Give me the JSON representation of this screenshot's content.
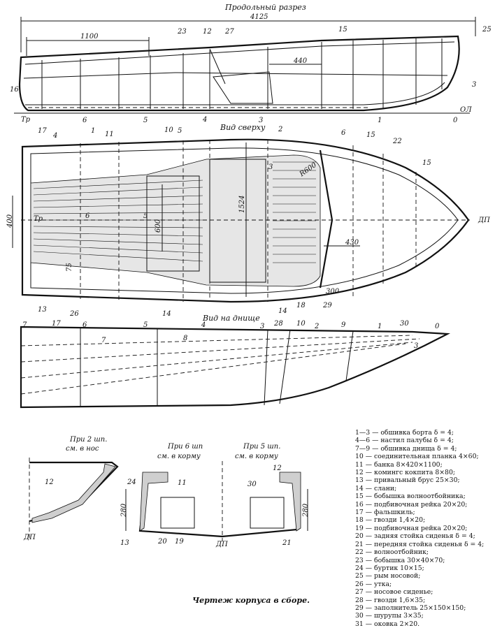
{
  "views": {
    "side": {
      "title": "Продольный разрез",
      "overall_length": "4125",
      "dim_1100": "1100",
      "dim_440": "440",
      "marks": {
        "tr": "Тр",
        "ol": "ОЛ",
        "zero": "0"
      },
      "labels": [
        "16",
        "17",
        "1",
        "6",
        "5",
        "10",
        "4",
        "3",
        "2",
        "1",
        "23",
        "12",
        "27",
        "15",
        "25",
        "3"
      ]
    },
    "top": {
      "title": "Вид сверху",
      "dim_1524": "1524",
      "dim_400": "400",
      "dim_600": "600",
      "dim_430": "430",
      "dim_300": "300",
      "dim_75": "75",
      "radius": "R600",
      "dp": "ДП",
      "tr": "Тр",
      "five": "5",
      "six": "6",
      "labels": [
        "4",
        "11",
        "5",
        "6",
        "15",
        "22",
        "15",
        "13",
        "26",
        "14",
        "14",
        "18",
        "29",
        "3"
      ]
    },
    "bottom": {
      "title": "Вид на днище",
      "labels": [
        "7",
        "17",
        "6",
        "5",
        "7",
        "8",
        "4",
        "3",
        "28",
        "10",
        "2",
        "9",
        "1",
        "30",
        "0",
        "3"
      ]
    }
  },
  "sections": [
    {
      "title_line1": "При 2 шп.",
      "title_line2": "см. в нос",
      "labels": [
        "12"
      ],
      "dp": "ДП"
    },
    {
      "title_line1": "При 6 шп",
      "title_line2": "см. в корму",
      "labels": [
        "24",
        "11",
        "13",
        "20",
        "19"
      ],
      "dim": "280",
      "dp": "ДП"
    },
    {
      "title_line1": "При 5 шп.",
      "title_line2": "см. в корму",
      "labels": [
        "12",
        "30",
        "21"
      ],
      "dim": "280"
    }
  ],
  "legend": [
    "1—3 — обшивка борта δ = 4;",
    "4—6 — настил палубы δ = 4;",
    "7—9 — обшивка днища δ = 4;",
    "10 — соединительная планка 4×60;",
    "11 — банка 8×420×1100;",
    "12 — комингс кокпита 8×80;",
    "13 — привальный брус 25×30;",
    "14 — слани;",
    "15 — бобышка волноотбойника;",
    "16 — подбивочная рейка 20×20;",
    "17 — фальшкиль;",
    "18 — гвозди 1,4×20;",
    "19 — подбивочная рейка 20×20;",
    "20 — задняя стойка сиденья δ = 4;",
    "21 — передняя стойка сиденья δ = 4;",
    "22 — волноотбойник;",
    "23 — бобышка 30×40×70;",
    "24 — буртик 10×15;",
    "25 — рым носовой;",
    "26 — утка;",
    "27 — носовое сиденье;",
    "28 — гвозди 1,6×35;",
    "29 — заполнитель 25×150×150;",
    "30 — шурупы 3×35;",
    "31 — оковка 2×20."
  ],
  "caption": "Чертеж корпуса в сборе."
}
